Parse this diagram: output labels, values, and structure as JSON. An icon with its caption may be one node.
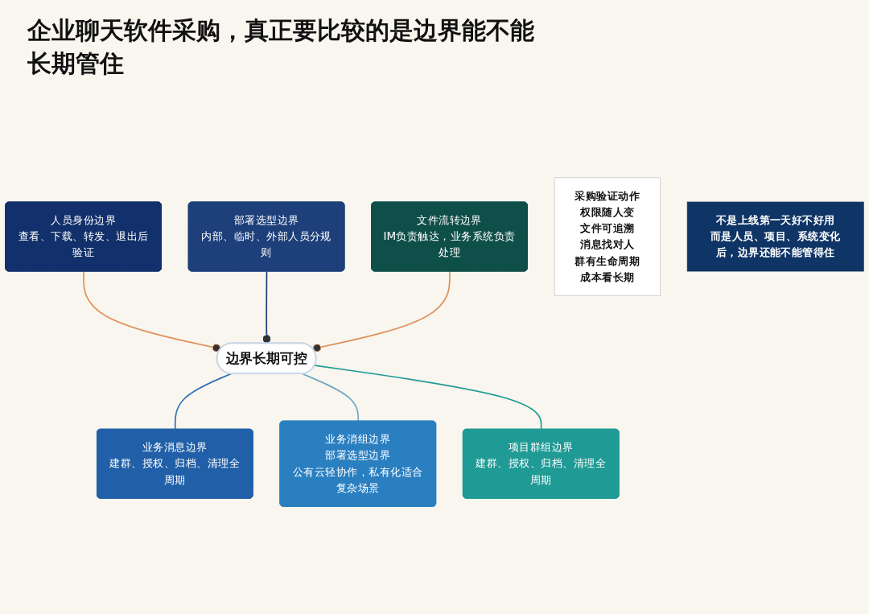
{
  "diagram": {
    "title": "企业聊天软件采购，真正要比较的是边界能不能长期管住",
    "nodes": [
      {
        "text": [
          "边界长期可控"
        ]
      },
      {
        "text": [
          "人员身份边界",
          "查看、下载、转发、退出后验证"
        ]
      },
      {
        "text": [
          "部署选型边界",
          "内部、临时、外部人员分规则"
        ]
      },
      {
        "text": [
          "文件流转边界",
          "IM负责触达，业务系统负责处理"
        ]
      },
      {
        "text": [
          "业务消息边界",
          "建群、授权、归档、清理全周期"
        ]
      },
      {
        "text": [
          "业务消组边界",
          "部署选型边界",
          "公有云轻协作，私有化适合复杂场景"
        ]
      },
      {
        "text": [
          "项目群组边界",
          "建群、授权、归档、清理全周期"
        ]
      },
      {
        "text": [
          "采购验证动作",
          "权限随人变",
          "文件可追溯",
          "消息找对人",
          "群有生命周期",
          "成本看长期"
        ]
      },
      {
        "text": [
          "不是上线第一天好不好用",
          "而是人员、项目、系统变化后，边界还能不能管得住"
        ]
      }
    ],
    "edges": [
      {
        "from": 1,
        "to": 0,
        "arrow": "other",
        "color": "#e0905a"
      },
      {
        "from": 2,
        "to": 0,
        "arrow": "other",
        "color": "#1f3a7a"
      },
      {
        "from": 3,
        "to": 0,
        "arrow": "other",
        "color": "#e0905a"
      },
      {
        "from": 0,
        "to": 4,
        "arrow": "none",
        "color": "#2f6fb8"
      },
      {
        "from": 0,
        "to": 5,
        "arrow": "none",
        "color": "#6fa6c8"
      },
      {
        "from": 0,
        "to": 6,
        "arrow": "none",
        "color": "#1f9a94"
      }
    ]
  }
}
